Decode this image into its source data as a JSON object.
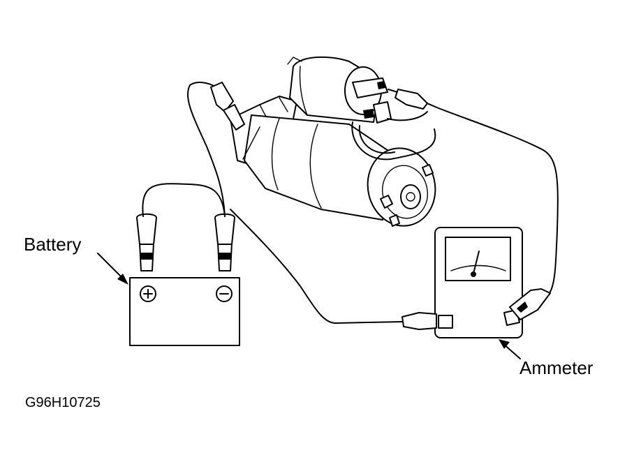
{
  "labels": {
    "battery": "Battery",
    "ammeter": "Ammeter",
    "figure_code": "G96H10725"
  },
  "colors": {
    "ink": "#000000",
    "background": "#ffffff"
  },
  "icons": {
    "battery_positive": "plus-terminal-icon",
    "battery_negative": "minus-terminal-icon"
  }
}
